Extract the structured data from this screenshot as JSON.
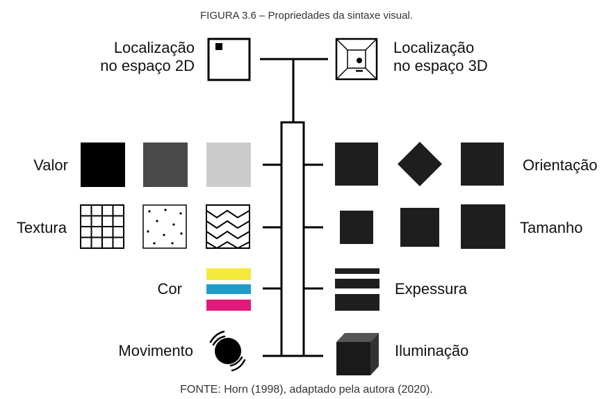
{
  "caption_top": "FIGURA 3.6 – Propriedades da sintaxe visual.",
  "caption_bottom": "FONTE: Horn (1998), adaptado pela autora (2020).",
  "labels": {
    "loc2d_line1": "Localização",
    "loc2d_line2": "no espaço 2D",
    "loc3d_line1": "Localização",
    "loc3d_line2": "no espaço 3D",
    "valor": "Valor",
    "textura": "Textura",
    "cor": "Cor",
    "movimento": "Movimento",
    "orientacao": "Orientação",
    "tamanho": "Tamanho",
    "expessura": "Expessura",
    "iluminacao": "Iluminação"
  },
  "colors": {
    "ink": "#1e1e1e",
    "valor_dark": "#000000",
    "valor_mid": "#4a4a4a",
    "valor_light": "#cccccc",
    "cor_yellow": "#f4ea3c",
    "cor_cyan": "#1e9ec8",
    "cor_magenta": "#e0197a"
  }
}
